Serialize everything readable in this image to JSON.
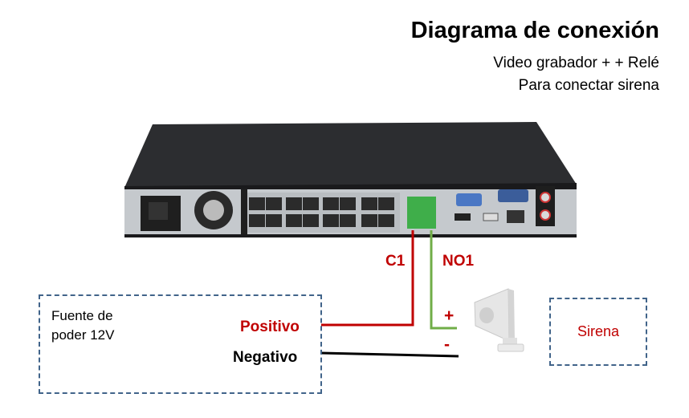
{
  "header": {
    "title": "Diagrama de conexión",
    "subtitle_1": "Video grabador + + Relé",
    "subtitle_2": "Para conectar sirena"
  },
  "device": {
    "name": "nvr-recorder"
  },
  "relay_terminals": {
    "c1": "C1",
    "no1": "NO1"
  },
  "power_supply": {
    "label_line1": "Fuente de",
    "label_line2": "poder 12V",
    "positive": "Positivo",
    "negative": "Negativo"
  },
  "siren": {
    "label": "Sirena",
    "plus": "+",
    "minus": "-"
  },
  "colors": {
    "red": "#c00000",
    "green": "#70ad47",
    "black": "#000000",
    "dash": "#41648a"
  }
}
